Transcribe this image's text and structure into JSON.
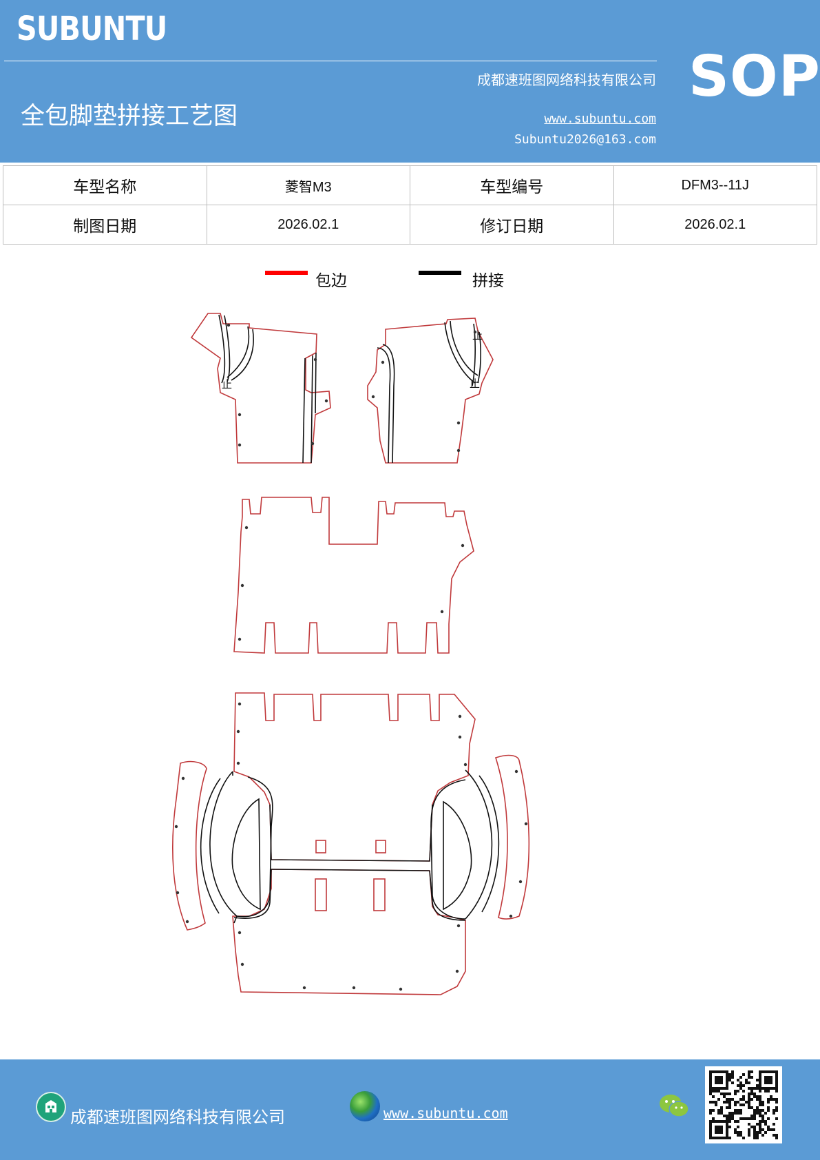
{
  "header": {
    "brand": "SUBUNTU",
    "company": "成都速班图网络科技有限公司",
    "title": "全包脚垫拼接工艺图",
    "website": "www.subuntu.com",
    "email": "Subuntu2026@163.com",
    "badge": "SOP",
    "bg_color": "#5b9bd5"
  },
  "info_table": {
    "rows": [
      [
        "车型名称",
        "菱智M3",
        "车型编号",
        "DFM3--11J"
      ],
      [
        "制图日期",
        "2026.02.1",
        "修订日期",
        "2026.02.1"
      ]
    ]
  },
  "legend": {
    "items": [
      {
        "label": "包边",
        "color": "#ff0000"
      },
      {
        "label": "拼接",
        "color": "#000000"
      }
    ]
  },
  "drawing": {
    "markers": [
      "止",
      "止",
      "止"
    ],
    "edge_color": "#c0393b",
    "seam_color": "#111111"
  },
  "footer": {
    "company": "成都速班图网络科技有限公司",
    "website": "www.subuntu.com",
    "icons": [
      "building-icon",
      "globe-icon",
      "wechat-icon",
      "qr-code"
    ]
  }
}
